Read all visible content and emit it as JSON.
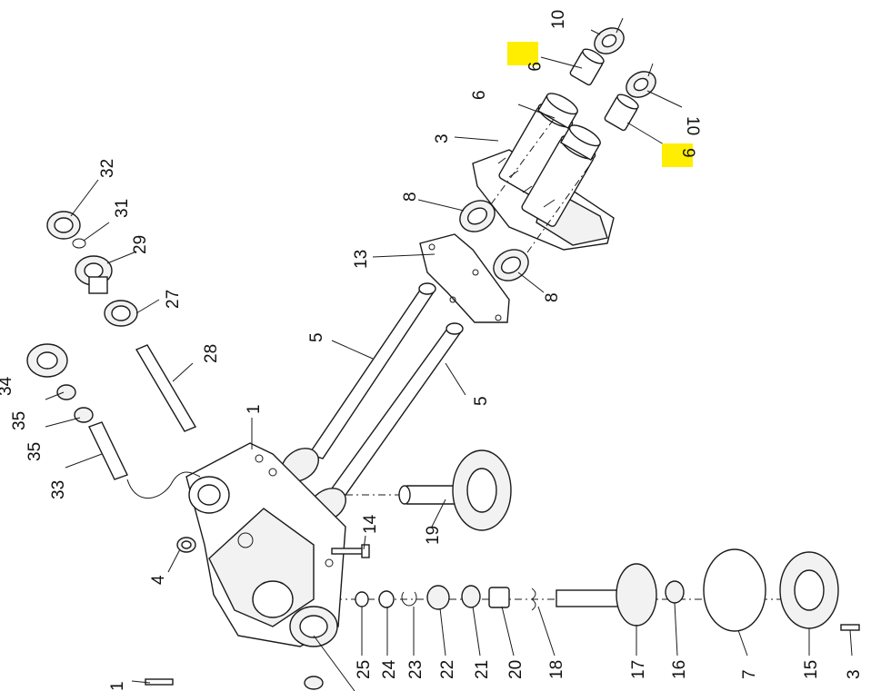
{
  "colors": {
    "highlight": "#ffee00",
    "line": "#1a1a1a",
    "background": "#ffffff"
  },
  "labels": {
    "p1_top": "1",
    "p1_bottom": "1",
    "p3_top": "3",
    "p3_bottom": "3",
    "p4": "4",
    "p5_left": "5",
    "p5_right": "5",
    "p6": "6",
    "p7": "7",
    "p8_left": "8",
    "p8_right": "8",
    "p9_top": "9",
    "p9_bottom": "9",
    "p10_top": "10",
    "p10_bottom": "10",
    "p13": "13",
    "p14": "14",
    "p15": "15",
    "p16": "16",
    "p17": "17",
    "p18": "18",
    "p19": "19",
    "p20": "20",
    "p21": "21",
    "p22": "22",
    "p23": "23",
    "p24": "24",
    "p25": "25",
    "p27": "27",
    "p28": "28",
    "p29": "29",
    "p31": "31",
    "p32": "32",
    "p33": "33",
    "p34": "34",
    "p35_top": "35",
    "p35_bottom": "35"
  }
}
